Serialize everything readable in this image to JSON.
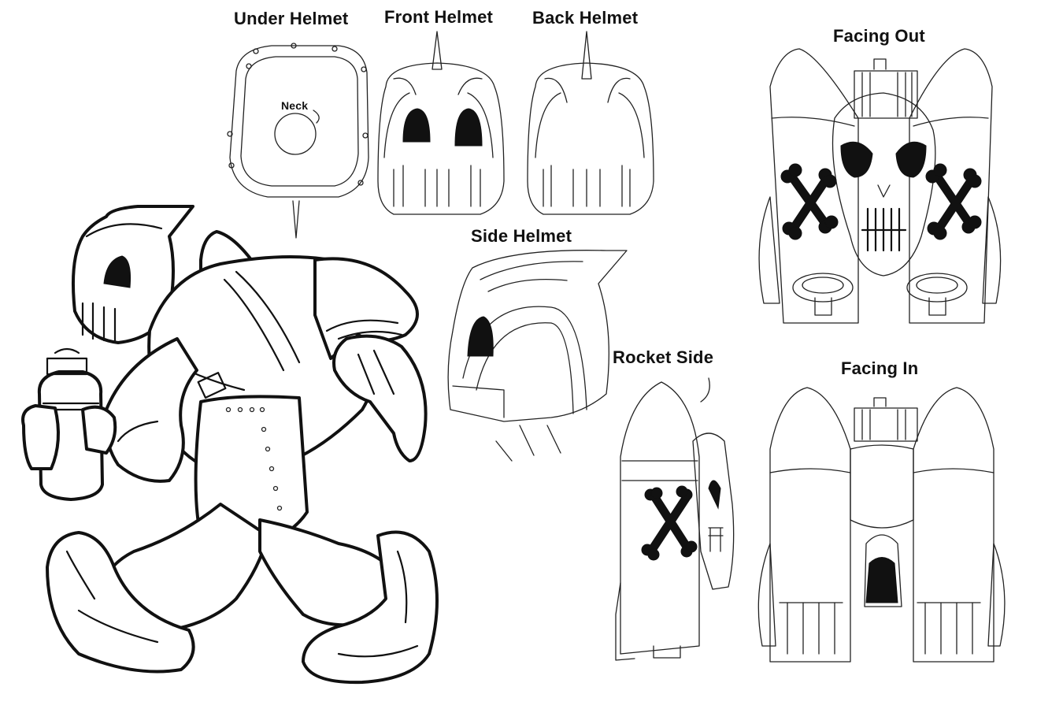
{
  "sheet": {
    "labels": {
      "under_helmet": "Under Helmet",
      "front_helmet": "Front Helmet",
      "back_helmet": "Back Helmet",
      "side_helmet": "Side Helmet",
      "neck": "Neck",
      "rocket_side": "Rocket Side",
      "facing_out": "Facing Out",
      "facing_in": "Facing In"
    },
    "colors": {
      "ink": "#111111",
      "paper": "#ffffff"
    }
  }
}
